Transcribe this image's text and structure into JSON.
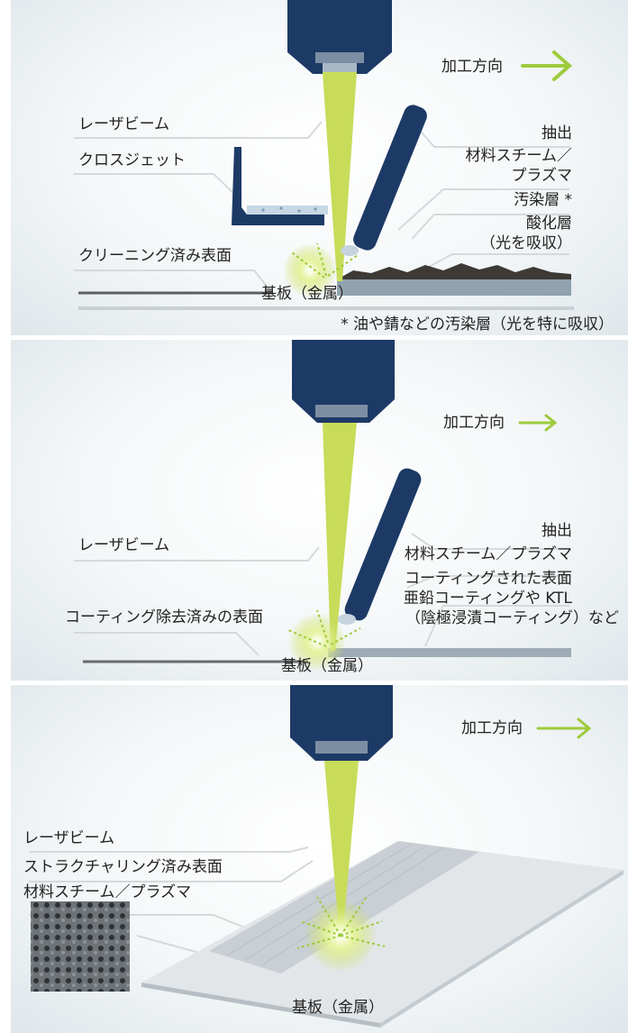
{
  "panel1": {
    "direction": "加工方向",
    "laser_beam": "レーザビーム",
    "cross_jet": "クロスジェット",
    "cleaned_surface": "クリーニング済み表面",
    "extraction": "抽出",
    "vapor_plasma_l1": "材料スチーム／",
    "vapor_plasma_l2": "プラズマ",
    "contamination": "汚染層 *",
    "oxide_l1": "酸化層",
    "oxide_l2": "（光を吸収）",
    "substrate": "基板（金属）",
    "footnote": "* 油や錆などの汚染層（光を特に吸収）"
  },
  "panel2": {
    "direction": "加工方向",
    "extraction": "抽出",
    "laser_beam": "レーザビーム",
    "vapor_plasma": "材料スチーム／プラズマ",
    "coated_l1": "コーティングされた表面",
    "coated_l2": "亜鉛コーティングや KTL",
    "coated_l3": "（陰極浸漬コーティング）など",
    "decoated": "コーティング除去済みの表面",
    "substrate": "基板（金属）"
  },
  "panel3": {
    "direction": "加工方向",
    "laser_beam": "レーザビーム",
    "structured": "ストラクチャリング済み表面",
    "vapor_plasma": "材料スチーム／プラズマ",
    "substrate": "基板（金属）"
  },
  "colors": {
    "nozzle": "#1d3a66",
    "beam": "#c8dc5a",
    "arrow": "#9ecb3c",
    "substrate_line": "#c9cfd3",
    "coating": "#8a9aa4"
  }
}
